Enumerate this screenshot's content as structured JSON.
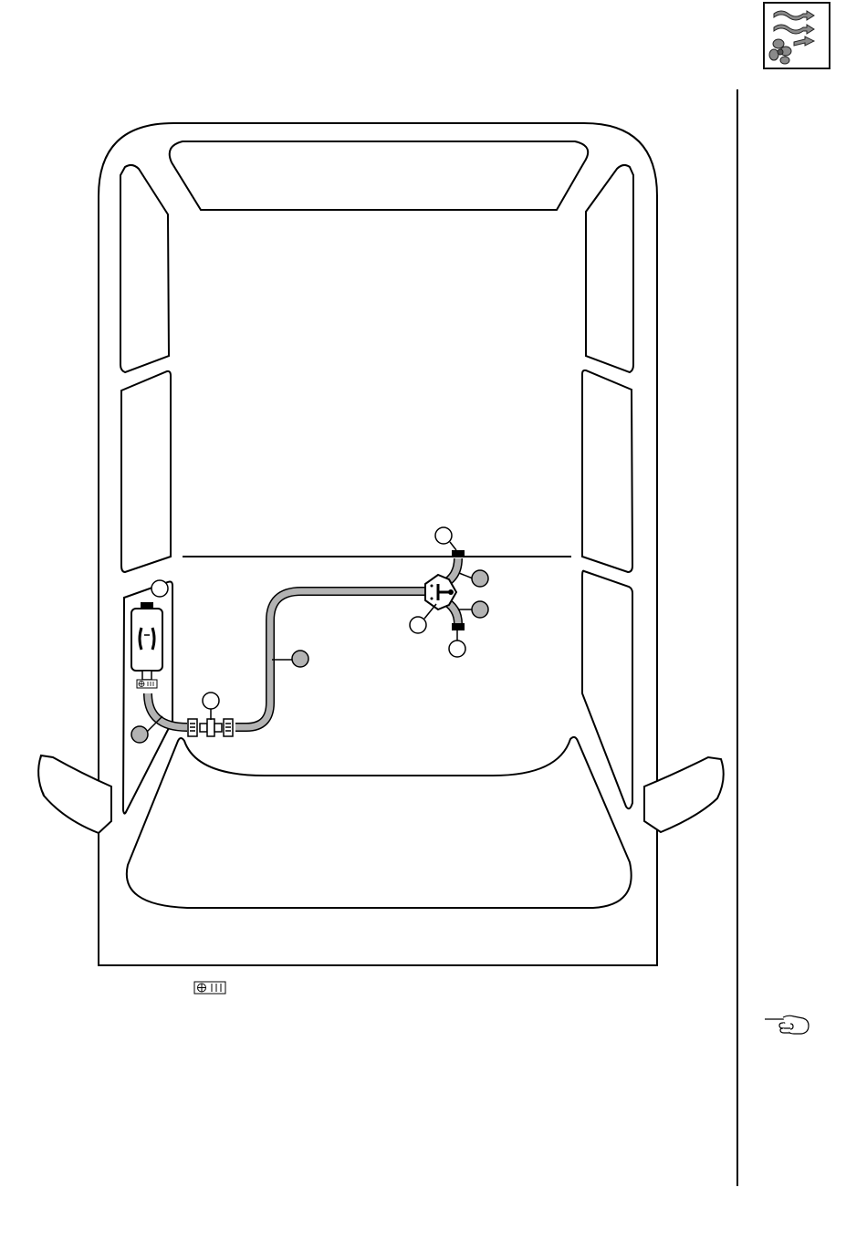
{
  "header": {
    "icon": "heating-fan-icon",
    "icon_stroke": "#111111",
    "icon_fill": "#8a8a8a"
  },
  "diagram": {
    "vehicle": "van-floor-plan",
    "line_color": "#000000",
    "duct_color": "#b3b3b3",
    "callouts": [
      {
        "id": "heater-outlet-callout",
        "filled": false
      },
      {
        "id": "hose-short-callout",
        "filled": true
      },
      {
        "id": "connector-callout",
        "filled": false
      },
      {
        "id": "hose-long-callout",
        "filled": true
      },
      {
        "id": "outlet-top-callout",
        "filled": false
      },
      {
        "id": "branch-top-callout",
        "filled": true
      },
      {
        "id": "branch-bottom-callout",
        "filled": true
      },
      {
        "id": "distributor-callout",
        "filled": false
      },
      {
        "id": "outlet-bottom-callout",
        "filled": false
      }
    ]
  },
  "footer_note": {
    "icon": "heater-symbol-icon"
  },
  "margin_note": {
    "icon": "pointing-hand-icon"
  }
}
